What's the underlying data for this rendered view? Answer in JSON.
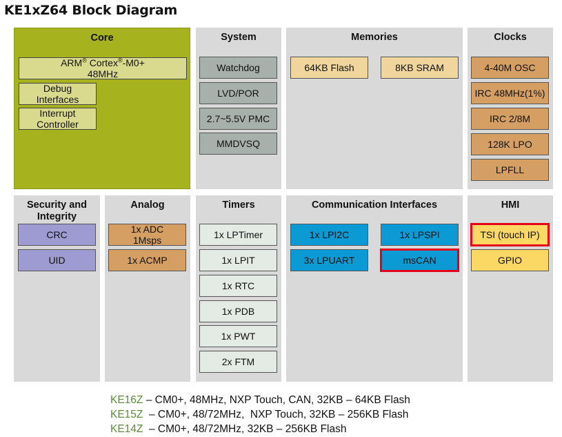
{
  "title": "KE1xZ64 Block Diagram",
  "colors": {
    "core_panel": "#a6b21e",
    "panel_bg": "#d9d9d9",
    "core_box": "#dada8e",
    "system_box": "#a8b0ab",
    "memory_box": "#f0d69c",
    "clock_box": "#d59e62",
    "security_box": "#9d9bd2",
    "timer_box": "#e4eae4",
    "comm_box": "#0c9ad5",
    "hmi_box": "#fbd764",
    "highlight_border": "#e4001b",
    "part_text": "#5e8a3b"
  },
  "core": {
    "title": "Core",
    "cpu_a": "ARM",
    "reg1": "®",
    "cpu_b": " Cortex",
    "reg2": "®",
    "cpu_c": "-M0+",
    "cpu_line2": "48MHz",
    "debug_l1": "Debug",
    "debug_l2": "Interfaces",
    "intc_l1": "Interrupt",
    "intc_l2": "Controller"
  },
  "system": {
    "title": "System",
    "items": [
      "Watchdog",
      "LVD/POR",
      "2.7~5.5V PMC",
      "MMDVSQ"
    ]
  },
  "memories": {
    "title": "Memories",
    "items": [
      "64KB Flash",
      "8KB SRAM"
    ]
  },
  "clocks": {
    "title": "Clocks",
    "items": [
      "4-40M OSC",
      "IRC 48MHz(1%)",
      "IRC 2/8M",
      "128K LPO",
      "LPFLL"
    ]
  },
  "security": {
    "title_l1": "Security and",
    "title_l2": "Integrity",
    "items": [
      "CRC",
      "UID"
    ]
  },
  "analog": {
    "title": "Analog",
    "adc_l1": "1x ADC",
    "adc_l2": "1Msps",
    "acmp": "1x ACMP"
  },
  "timers": {
    "title": "Timers",
    "items": [
      "1x LPTimer",
      "1x LPIT",
      "1x RTC",
      "1x PDB",
      "1x PWT",
      "2x FTM"
    ]
  },
  "comm": {
    "title": "Communication  Interfaces",
    "items": [
      "1x LPI2C",
      "1x LPSPI",
      "3x LPUART",
      "msCAN"
    ]
  },
  "hmi": {
    "title": "HMI",
    "items": [
      "TSI (touch IP)",
      "GPIO"
    ]
  },
  "variants": [
    {
      "part": "KE16Z",
      "desc": " – CM0+, 48MHz, NXP Touch, CAN, 32KB – 64KB Flash"
    },
    {
      "part": "KE15Z",
      "desc": "  – CM0+, 48/72MHz,  NXP Touch, 32KB – 256KB Flash"
    },
    {
      "part": "KE14Z",
      "desc": "  – CM0+, 48/72MHz, 32KB – 256KB Flash"
    }
  ]
}
